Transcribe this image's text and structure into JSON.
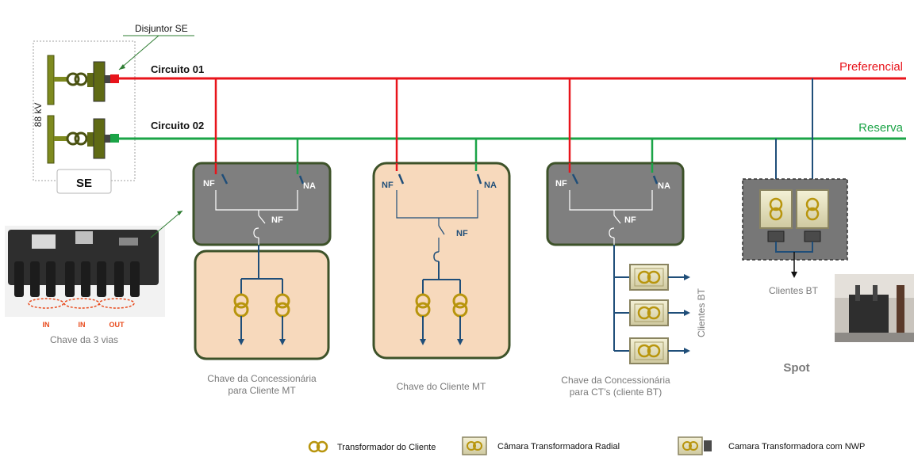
{
  "labels": {
    "disjuntor": "Disjuntor SE",
    "voltage": "88 kV",
    "se": "SE",
    "circuit1": "Circuito 01",
    "circuit2": "Circuito 02",
    "preferencial": "Preferencial",
    "reserva": "Reserva",
    "photo_in1": "IN",
    "photo_in2": "IN",
    "photo_out": "OUT",
    "photo_caption": "Chave da 3 vias",
    "switch_nf": "NF",
    "switch_na": "NA",
    "caption_a1": "Chave da Concessionária",
    "caption_a2": "para Cliente MT",
    "caption_b": "Chave do Cliente MT",
    "caption_c1": "Chave da Concessionária",
    "caption_c2": "para CT’s (cliente BT)",
    "clientes_bt_vertical": "Clientes BT",
    "clientes_bt_spot": "Clientes BT",
    "spot": "Spot"
  },
  "legend": {
    "item1": "Transformador do Cliente",
    "item2": "Câmara Transformadora Radial",
    "item3": "Camara Transformadora com NWP"
  },
  "colors": {
    "preferencial": "#e8141b",
    "reserva": "#1ba447",
    "blue_line": "#1f4e79",
    "panel_gray": "#7f7f7f",
    "panel_border": "#3d5229",
    "peach": "#f7d9bc",
    "transformer": "#b8950d",
    "breaker_red": "#e8141b",
    "breaker_green": "#1ba447",
    "olive": "#7e8a1f"
  }
}
